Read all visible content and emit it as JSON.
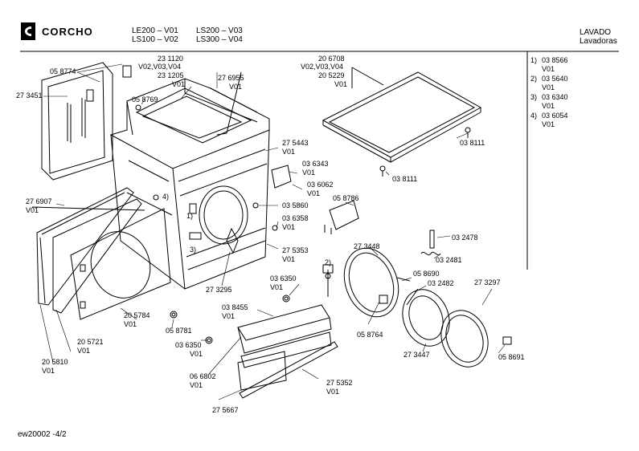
{
  "header": {
    "brand": "CORCHO",
    "models_col1": [
      "LE200 – V01",
      "LS100 – V02"
    ],
    "models_col2": [
      "LS200 – V03",
      "LS300 – V04"
    ],
    "category": "LAVADO",
    "subcategory": "Lavadoras"
  },
  "legend": [
    {
      "index": "1)",
      "part": "03 8566",
      "variant": "V01"
    },
    {
      "index": "2)",
      "part": "03 5640",
      "variant": "V01"
    },
    {
      "index": "3)",
      "part": "03 6340",
      "variant": "V01"
    },
    {
      "index": "4)",
      "part": "03 6054",
      "variant": "V01"
    }
  ],
  "callouts": {
    "c058774": "05 8774",
    "c231120": "23 1120",
    "c231120v": "V02,V03,V04",
    "c231205": "23 1205",
    "c231205v": "V01",
    "c276955": "27 6955",
    "c276955v": "V01",
    "c273451": "27 3451",
    "c058769": "05 8769",
    "c206708": "20 6708",
    "c206708v": "V02,V03,V04",
    "c205229": "20 5229",
    "c205229v": "V01",
    "c275443": "27 5443",
    "c275443v": "V01",
    "c036343": "03 6343",
    "c036343v": "V01",
    "c036062": "03 6062",
    "c036062v": "V01",
    "c038111a": "03  8111",
    "c038111b": "03  8111",
    "c276907": "27 6907",
    "c276907v": "V01",
    "c035860": "03 5860",
    "c036358": "03 6358",
    "c036358v": "V01",
    "c058786": "05 8786",
    "c032478": "03 2478",
    "c273448": "27 3448",
    "c275353": "27 5353",
    "c275353v": "V01",
    "c032481": "03 2481",
    "c273295": "27 3295",
    "c036350a": "03 6350",
    "c036350av": "V01",
    "c038455": "03 8455",
    "c038455v": "V01",
    "c058690": "05 8690",
    "c032482": "03 2482",
    "c273297": "27 3297",
    "c205784": "20 5784",
    "c205784v": "V01",
    "c058781": "05 8781",
    "c058764": "05 8764",
    "c273447": "27 3447",
    "c058691": "05 8691",
    "c205721": "20 5721",
    "c205721v": "V01",
    "c036350b": "03 6350",
    "c036350bv": "V01",
    "c205810": "20 5810",
    "c205810v": "V01",
    "c066802": "06 6802",
    "c066802v": "V01",
    "c275352": "27 5352",
    "c275352v": "V01",
    "c275667": "27 5667",
    "n1": "1)",
    "n2": "2)",
    "n3": "3)",
    "n4": "4)"
  },
  "footer": {
    "code": "ew20002  -4/2"
  }
}
